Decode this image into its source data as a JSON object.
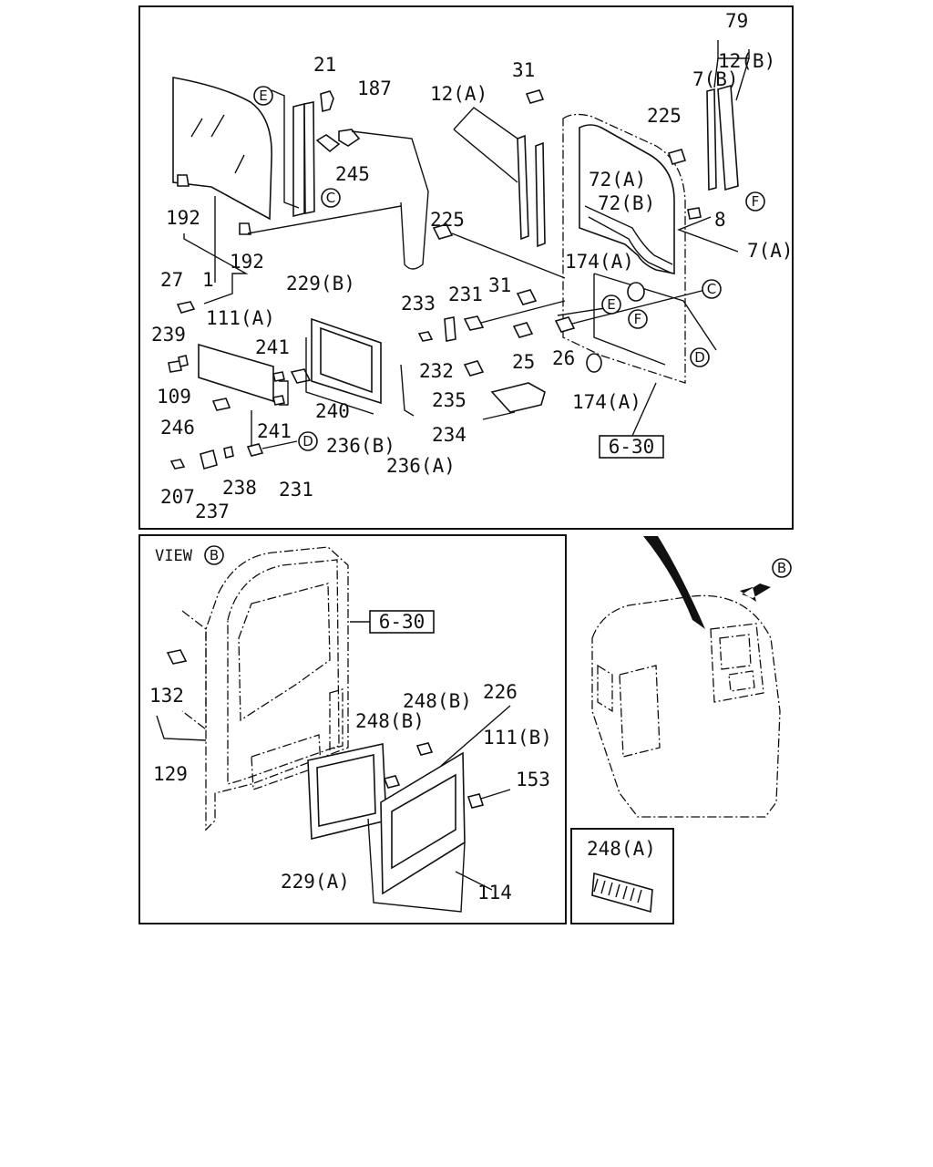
{
  "callouts": {
    "p79": "79",
    "p12b": "12(B)",
    "p7b": "7(B)",
    "p31a": "31",
    "p225a": "225",
    "p12a": "12(A)",
    "p21": "21",
    "p187": "187",
    "p245": "245",
    "p192a": "192",
    "p192b": "192",
    "p1": "1",
    "p27": "27",
    "p72a": "72(A)",
    "p72b": "72(B)",
    "p8": "8",
    "p7a": "7(A)",
    "p225b": "225",
    "p174a1": "174(A)",
    "p229b": "229(B)",
    "p233": "233",
    "p231a": "231",
    "p31b": "31",
    "p239": "239",
    "p111a": "111(A)",
    "p241a": "241",
    "p25": "25",
    "p26": "26",
    "p232": "232",
    "p109": "109",
    "p240": "240",
    "p235": "235",
    "p174a2": "174(A)",
    "p246": "246",
    "p241b": "241",
    "p236b": "236(B)",
    "p234": "234",
    "p236a": "236(A)",
    "p238": "238",
    "p231b": "231",
    "p207": "207",
    "p237": "237",
    "p132": "132",
    "p129": "129",
    "p248b1": "248(B)",
    "p226": "226",
    "p248b2": "248(B)",
    "p111b": "111(B)",
    "p153": "153",
    "p229a": "229(A)",
    "p114": "114",
    "p248a": "248(A)"
  },
  "circled_refs": {
    "e1": "E",
    "c1": "C",
    "e2": "E",
    "c2": "C",
    "f1": "F",
    "f2": "F",
    "d1": "D",
    "d2": "D",
    "b_view": "B",
    "b_arrow": "B"
  },
  "boxed_refs": {
    "ref1": "6-30",
    "ref2": "6-30"
  },
  "view_label": "VIEW"
}
